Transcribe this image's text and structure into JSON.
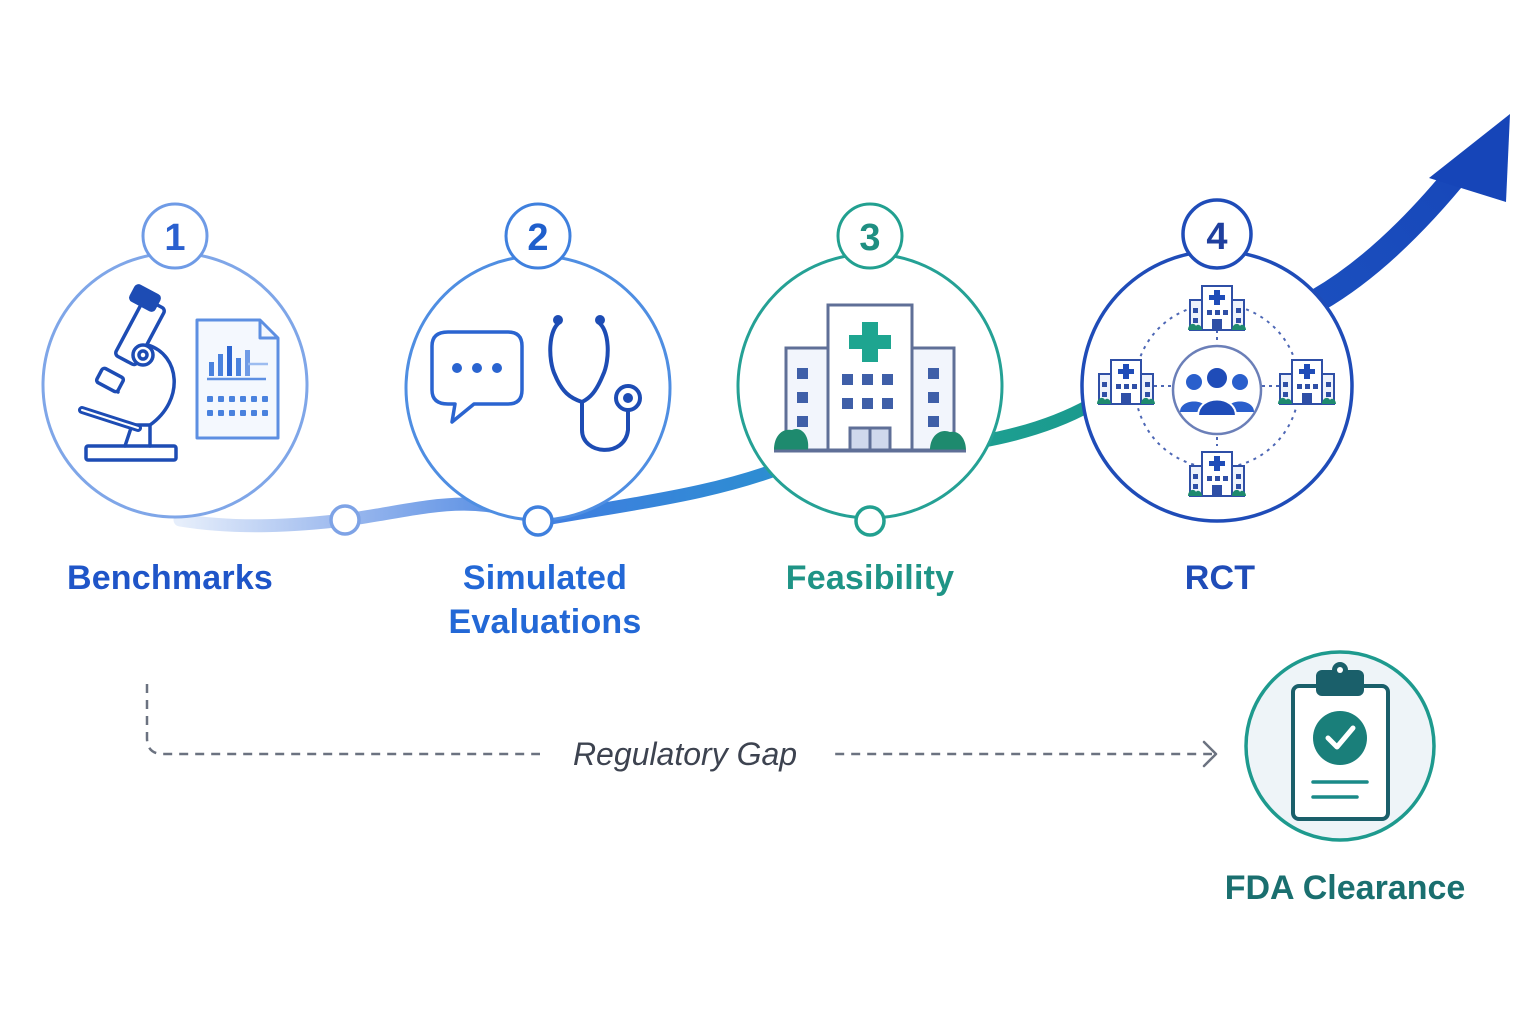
{
  "stages": [
    {
      "number": "1",
      "label_lines": [
        "Benchmarks"
      ],
      "color": "#5b8fe0",
      "icons": [
        "microscope-icon",
        "report-chart-icon"
      ]
    },
    {
      "number": "2",
      "label_lines": [
        "Simulated",
        "Evaluations"
      ],
      "color": "#3f86e0",
      "icons": [
        "chat-bubble-icon",
        "stethoscope-icon"
      ]
    },
    {
      "number": "3",
      "label_lines": [
        "Feasibility"
      ],
      "color": "#22a090",
      "icons": [
        "hospital-icon"
      ]
    },
    {
      "number": "4",
      "label_lines": [
        "RCT"
      ],
      "color": "#1f4cb8",
      "icons": [
        "hospital-network-icon",
        "people-group-icon"
      ]
    }
  ],
  "regulatory_gap": {
    "label": "Regulatory Gap"
  },
  "outcome": {
    "label": "FDA Clearance",
    "icon": "clipboard-check-icon",
    "color": "#1a8a88"
  },
  "colors": {
    "navy": "#1f4cb8",
    "teal": "#1e9a8a",
    "arrow": "#1a4fc0"
  }
}
